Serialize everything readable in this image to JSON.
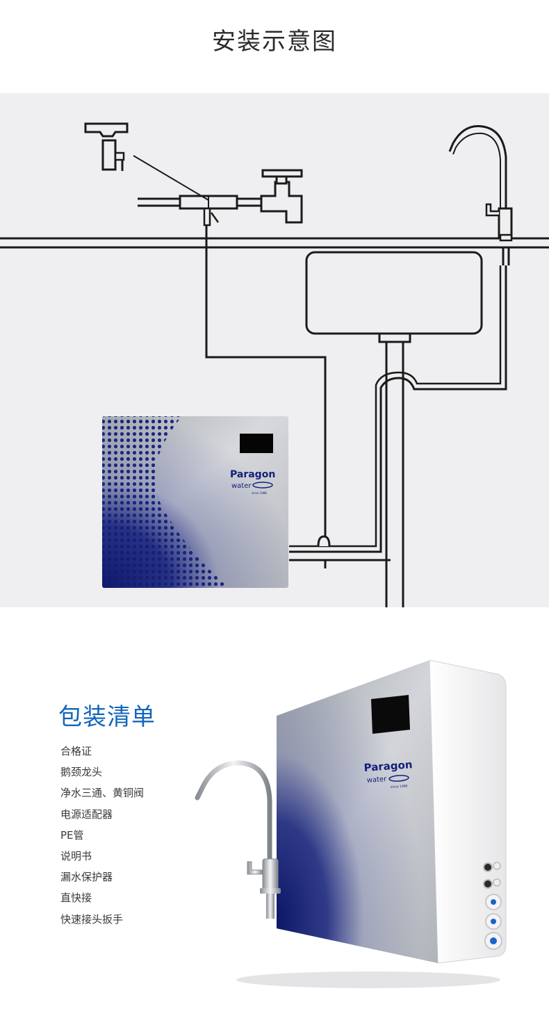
{
  "header": {
    "title": "安装示意图"
  },
  "diagram": {
    "unit": {
      "brand": "Paragon",
      "sub": "water",
      "since": "since 1988"
    },
    "colors": {
      "background": "#efeff1",
      "pipe": "#1a1a1a",
      "navy": "#14207a",
      "steel": "#c5c8cd"
    }
  },
  "packing": {
    "title": "包装清单",
    "items": [
      "合格证",
      "鹅颈龙头",
      "净水三通、黄铜阀",
      "电源适配器",
      "PE管",
      "说明书",
      "漏水保护器",
      "直快接",
      "快速接头扳手"
    ]
  },
  "product": {
    "brand": "Paragon",
    "sub": "water",
    "since": "since 1988"
  }
}
